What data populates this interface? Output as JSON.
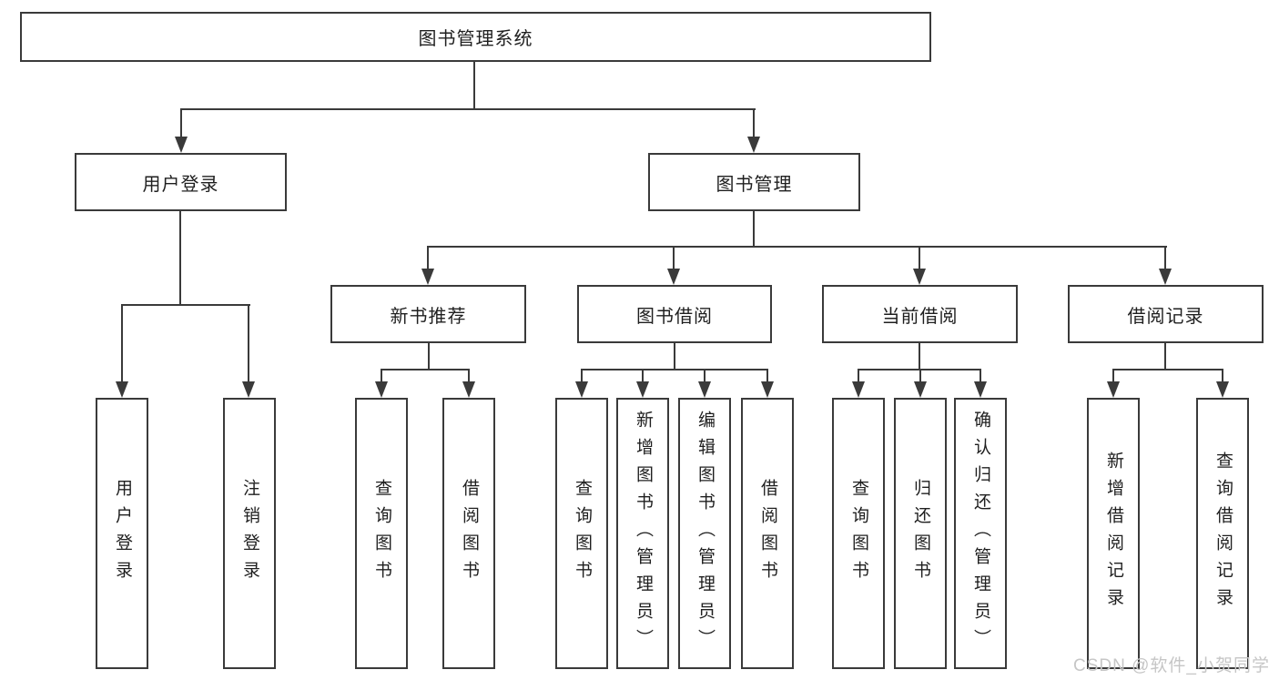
{
  "nodes": {
    "root": {
      "label": "图书管理系统"
    },
    "user_login": {
      "label": "用户登录"
    },
    "book_mgmt": {
      "label": "图书管理"
    },
    "new_book_rec": {
      "label": "新书推荐"
    },
    "book_borrow": {
      "label": "图书借阅"
    },
    "current_borrow": {
      "label": "当前借阅"
    },
    "borrow_record": {
      "label": "借阅记录"
    },
    "leaf_user_login": {
      "label": "用户登录"
    },
    "leaf_logout": {
      "label": "注销登录"
    },
    "rec_query_book": {
      "label": "查询图书"
    },
    "rec_borrow_book": {
      "label": "借阅图书"
    },
    "bb_query_book": {
      "label": "查询图书"
    },
    "bb_add_book": {
      "label": "新增图书（管理员）"
    },
    "bb_edit_book": {
      "label": "编辑图书（管理员）"
    },
    "bb_borrow_book": {
      "label": "借阅图书"
    },
    "cb_query_book": {
      "label": "查询图书"
    },
    "cb_return_book": {
      "label": "归还图书"
    },
    "cb_confirm_return": {
      "label": "确认归还（管理员）"
    },
    "br_add_record": {
      "label": "新增借阅记录"
    },
    "br_query_record": {
      "label": "查询借阅记录"
    }
  },
  "hierarchy": {
    "图书管理系统": {
      "用户登录": [
        "用户登录",
        "注销登录"
      ],
      "图书管理": {
        "新书推荐": [
          "查询图书",
          "借阅图书"
        ],
        "图书借阅": [
          "查询图书",
          "新增图书（管理员）",
          "编辑图书（管理员）",
          "借阅图书"
        ],
        "当前借阅": [
          "查询图书",
          "归还图书",
          "确认归还（管理员）"
        ],
        "借阅记录": [
          "新增借阅记录",
          "查询借阅记录"
        ]
      }
    }
  },
  "watermark": {
    "label": "CSDN @软件_小贺同学"
  },
  "colors": {
    "line": "#3a3a3a",
    "text": "#1f1f1f",
    "watermark": "#c6c6c6",
    "background": "#ffffff"
  }
}
